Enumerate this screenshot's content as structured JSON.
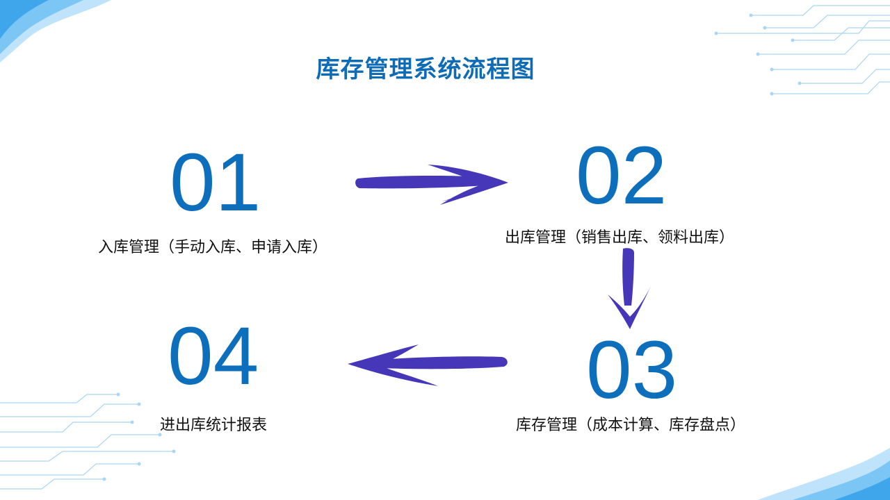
{
  "title": "库存管理系统流程图",
  "steps": [
    {
      "number": "01",
      "label": "入库管理（手动入库、申请入库）"
    },
    {
      "number": "02",
      "label": "出库管理（销售出库、领料出库）"
    },
    {
      "number": "03",
      "label": "库存管理（成本计算、库存盘点）"
    },
    {
      "number": "04",
      "label": "进出库统计报表"
    }
  ],
  "colors": {
    "title": "#0e6bb5",
    "numbers": "#0d6fbc",
    "arrows": "#4537b8",
    "decoration": "#5bb8f0"
  }
}
